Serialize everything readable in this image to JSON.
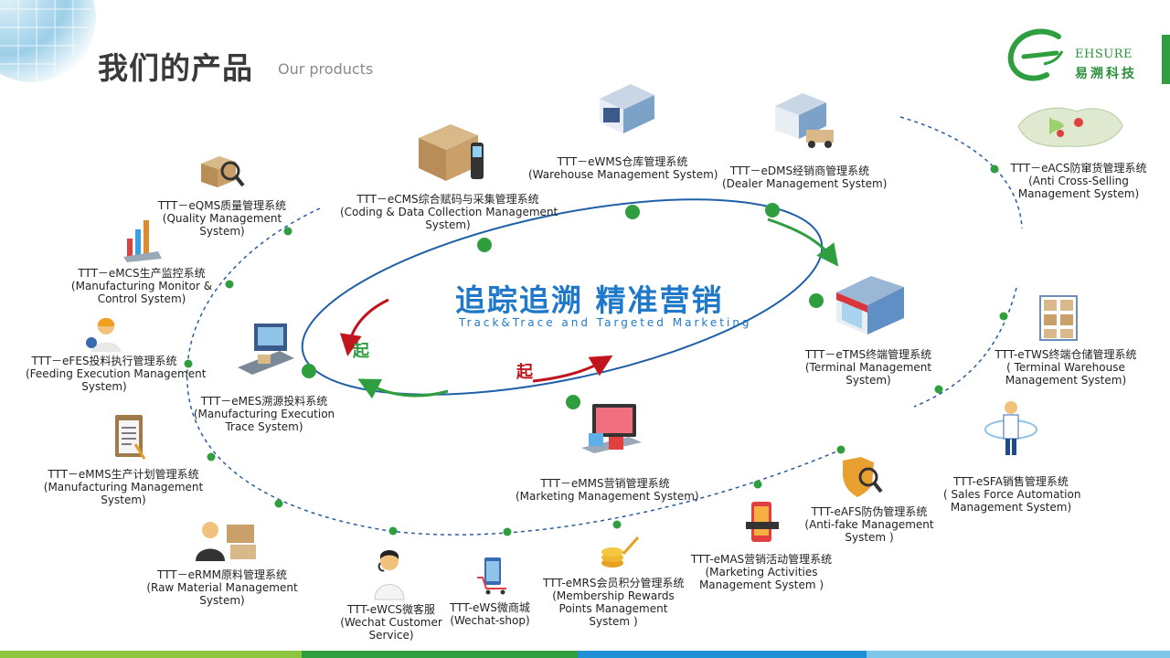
{
  "header": {
    "title_cn": "我们的产品",
    "title_en": "Our products",
    "logo_name": "EHSURE",
    "logo_cn": "易溯科技"
  },
  "center": {
    "title_cn": "追踪追溯  精准营销",
    "title_en": "Track&Trace and Targeted Marketing",
    "start_label": "起"
  },
  "products": {
    "ecms": [
      "TTT－eCMS综合赋码与采集管理系统",
      "(Coding & Data Collection Management",
      "System)"
    ],
    "ewms": [
      "TTT－eWMS仓库管理系统",
      "(Warehouse Management System)"
    ],
    "edms": [
      "TTT－eDMS经销商管理系统",
      "(Dealer Management System)"
    ],
    "eacs": [
      "TTT－eACS防窜货管理系统",
      "(Anti Cross-Selling",
      "Management  System)"
    ],
    "eqms": [
      "TTT－eQMS质量管理系统",
      "(Quality Management",
      "System)"
    ],
    "emcs": [
      "TTT－eMCS生产监控系统",
      "(Manufacturing Monitor &",
      "Control  System)"
    ],
    "efes": [
      "TTT－eFES投料执行管理系统",
      "(Feeding Execution Management",
      "System)"
    ],
    "emes": [
      "TTT－eMES溯源投料系统",
      "(Manufacturing Execution",
      "Trace System)"
    ],
    "etms": [
      "TTT－eTMS终端管理系统",
      "(Terminal Management",
      "System)"
    ],
    "etws": [
      "TTT-eTWS终端仓储管理系统",
      "( Terminal Warehouse",
      "Management System)"
    ],
    "emms_plan": [
      "TTT－eMMS生产计划管理系统",
      "(Manufacturing Management",
      "System)"
    ],
    "emms_mkt": [
      "TTT－eMMS营销管理系统",
      "(Marketing Management System)"
    ],
    "esfa": [
      "TTT-eSFA销售管理系统",
      "( Sales Force Automation",
      "Management System)"
    ],
    "eafs": [
      "TTT-eAFS防伪管理系统",
      "(Anti-fake Management",
      "System )"
    ],
    "ermm": [
      "TTT－eRMM原料管理系统",
      "(Raw Material Management",
      "System)"
    ],
    "emas": [
      "TTT-eMAS营销活动管理系统",
      "(Marketing Activities",
      "Management  System )"
    ],
    "emrs": [
      "TTT-eMRS会员积分管理系统",
      "(Membership Rewards",
      "Points Management",
      "System )"
    ],
    "ews": [
      "TTT-eWS微商城",
      "(Wechat-shop)"
    ],
    "ewcs": [
      "TTT-eWCS微客服",
      "(Wechat Customer",
      "Service)"
    ]
  },
  "colors": {
    "accent_blue": "#1f78c8",
    "green": "#2e9e3e",
    "red": "#c1141d",
    "dashed_blue": "#2a5d9a",
    "bar_light_green": "#8cc63f",
    "bar_dark_green": "#2e9e3e",
    "bar_blue": "#1f8fd6",
    "bar_light_blue": "#7cc6ea"
  }
}
